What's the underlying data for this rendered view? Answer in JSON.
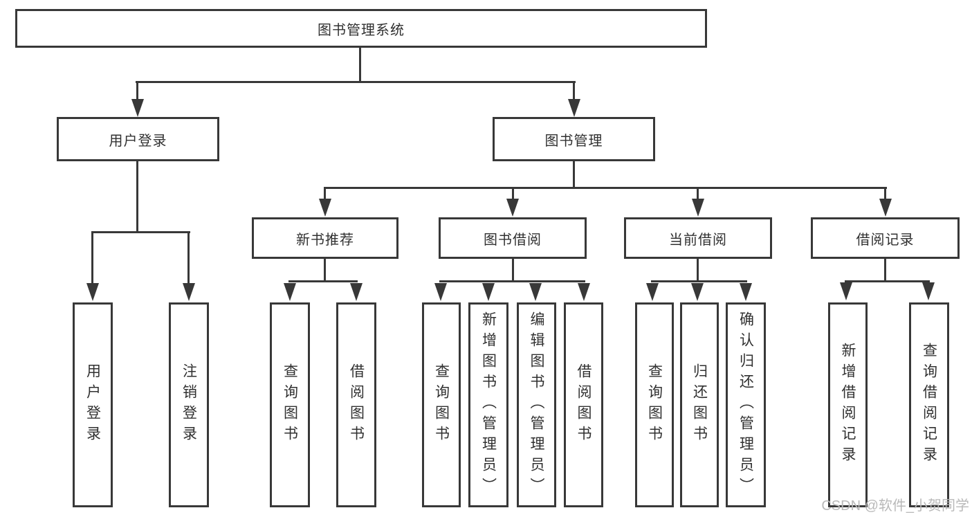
{
  "diagram_title": "图书管理系统",
  "nodes": {
    "root": "图书管理系统",
    "user_login": "用户登录",
    "book_mgmt": "图书管理",
    "new_book_rec": "新书推荐",
    "book_borrow": "图书借阅",
    "current_borrow": "当前借阅",
    "borrow_record": "借阅记录",
    "leaf_user_login": "用户登录",
    "leaf_logout": "注销登录",
    "leaf_query_book_rec": "查询图书",
    "leaf_borrow_book_rec": "借阅图书",
    "leaf_query_book_borrow": "查询图书",
    "leaf_add_book": "新增图书（管理员）",
    "leaf_edit_book": "编辑图书（管理员）",
    "leaf_borrow_book_borrow": "借阅图书",
    "leaf_query_book_current": "查询图书",
    "leaf_return_book": "归还图书",
    "leaf_confirm_return": "确认归还（管理员）",
    "leaf_add_borrow_record": "新增借阅记录",
    "leaf_query_borrow_record": "查询借阅记录"
  },
  "watermark": "CSDN @软件_小贺同学",
  "colors": {
    "line": "#383838",
    "text": "#303030",
    "watermark": "#b9b9b9",
    "background": "#ffffff"
  }
}
